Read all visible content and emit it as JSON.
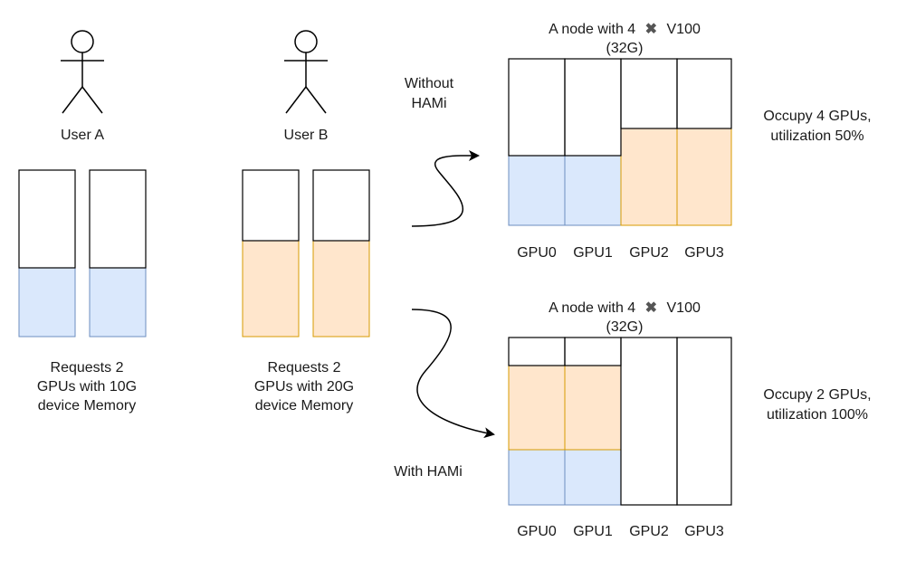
{
  "users": [
    {
      "name": "User A",
      "request_lines": [
        "Requests 2",
        "GPUs with 10G",
        "device Memory"
      ],
      "gpu_count": 2,
      "requested_fraction": 0.38,
      "fill_color": "#dae8fc",
      "stroke_color": "#6c8ebf"
    },
    {
      "name": "User B",
      "request_lines": [
        "Requests 2",
        "GPUs with 20G",
        "device Memory"
      ],
      "gpu_count": 2,
      "requested_fraction": 0.57,
      "fill_color": "#ffe6cc",
      "stroke_color": "#d79b00"
    }
  ],
  "without_hami": {
    "arrow_label_lines": [
      "Without",
      "HAMi"
    ],
    "node_title_prefix": "A node with 4",
    "node_title_cross": "✖",
    "node_title_suffix": "V100",
    "node_title_mem": "(32G)",
    "gpu_labels": [
      "GPU0",
      "GPU1",
      "GPU2",
      "GPU3"
    ],
    "result_lines": [
      "Occupy 4 GPUs,",
      "utilization 50%"
    ]
  },
  "with_hami": {
    "arrow_label": "With HAMi",
    "node_title_prefix": "A node with 4",
    "node_title_cross": "✖",
    "node_title_suffix": "V100",
    "node_title_mem": "(32G)",
    "gpu_labels": [
      "GPU0",
      "GPU1",
      "GPU2",
      "GPU3"
    ],
    "result_lines": [
      "Occupy 2 GPUs,",
      "utilization 100%"
    ]
  }
}
